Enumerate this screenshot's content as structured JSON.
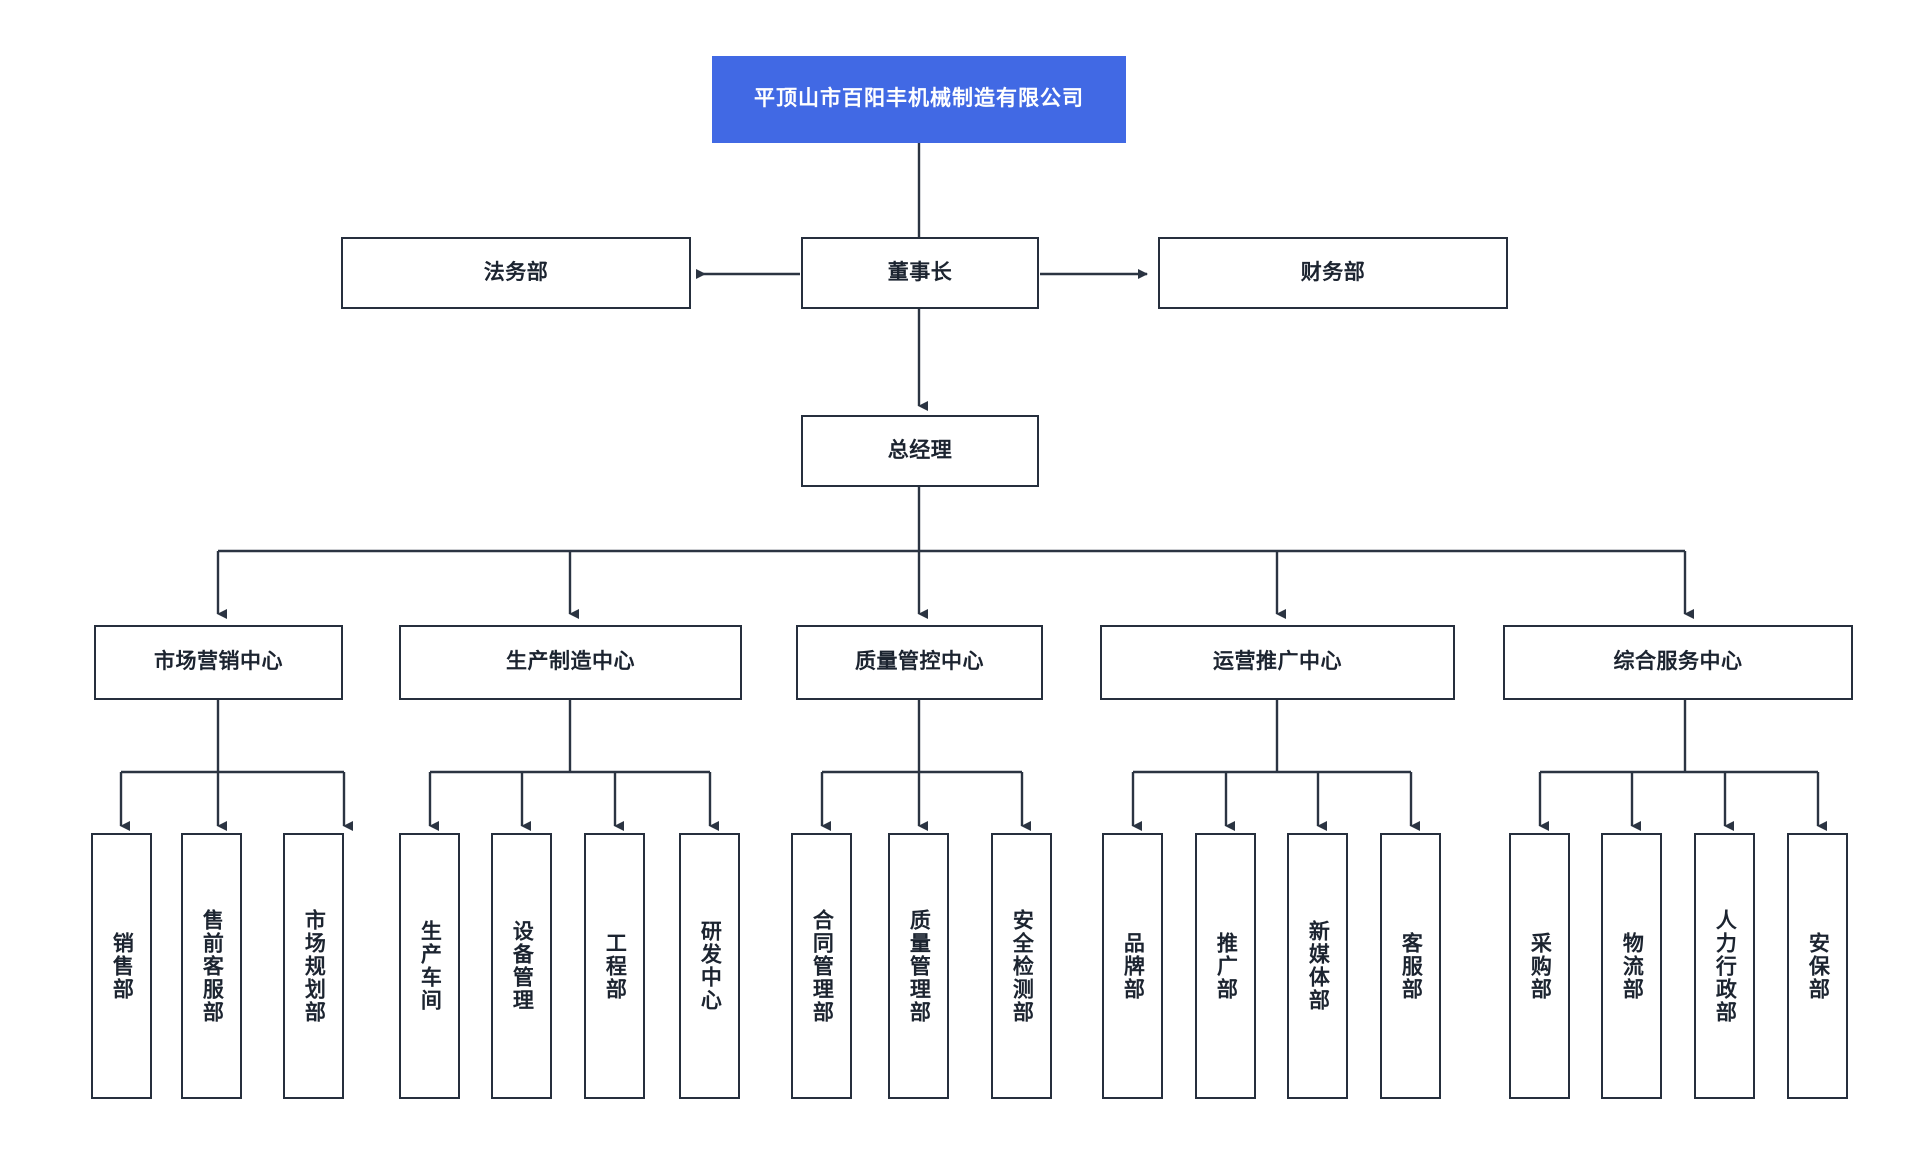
{
  "diagram": {
    "kind": "organization-chart",
    "title": "平顶山市百阳丰机械制造有限公司",
    "colors": {
      "root_fill": "#4169e4",
      "root_text": "#ffffff",
      "node_border": "#262f3d",
      "node_fill": "#ffffff",
      "node_text": "#1c2430",
      "connector": "#2b3442",
      "background": "#ffffff"
    }
  },
  "root": {
    "label": "平顶山市百阳丰机械制造有限公司"
  },
  "level2": {
    "left": {
      "label": "法务部"
    },
    "center": {
      "label": "董事长"
    },
    "right": {
      "label": "财务部"
    }
  },
  "level3": {
    "label": "总经理"
  },
  "centers": [
    {
      "label": "市场营销中心",
      "children": [
        {
          "label": "销售部"
        },
        {
          "label": "售前客服部"
        },
        {
          "label": "市场规划部"
        }
      ]
    },
    {
      "label": "生产制造中心",
      "children": [
        {
          "label": "生产车间"
        },
        {
          "label": "设备管理"
        },
        {
          "label": "工程部"
        },
        {
          "label": "研发中心"
        }
      ]
    },
    {
      "label": "质量管控中心",
      "children": [
        {
          "label": "合同管理部"
        },
        {
          "label": "质量管理部"
        },
        {
          "label": "安全检测部"
        }
      ]
    },
    {
      "label": "运营推广中心",
      "children": [
        {
          "label": "品牌部"
        },
        {
          "label": "推广部"
        },
        {
          "label": "新媒体部"
        },
        {
          "label": "客服部"
        }
      ]
    },
    {
      "label": "综合服务中心",
      "children": [
        {
          "label": "采购部"
        },
        {
          "label": "物流部"
        },
        {
          "label": "人力行政部"
        },
        {
          "label": "安保部"
        }
      ]
    }
  ]
}
